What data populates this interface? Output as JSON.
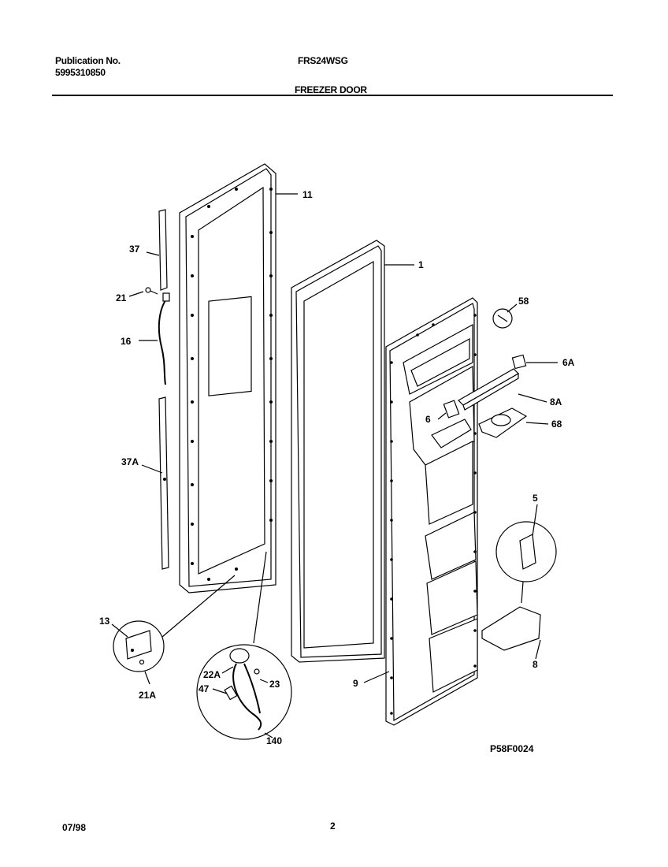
{
  "header": {
    "publication_label": "Publication No.",
    "publication_number": "5995310850",
    "model": "FRS24WSG",
    "section_title": "FREEZER DOOR"
  },
  "footer": {
    "date": "07/98",
    "page_number": "2",
    "figure_code": "P58F0024"
  },
  "callouts": {
    "c11": "11",
    "c37": "37",
    "c21": "21",
    "c16": "16",
    "c37A": "37A",
    "c1": "1",
    "c58": "58",
    "c6A": "6A",
    "c8A": "8A",
    "c6": "6",
    "c68": "68",
    "c5": "5",
    "c8": "8",
    "c9": "9",
    "c13": "13",
    "c21A": "21A",
    "c22A": "22A",
    "c23": "23",
    "c47": "47",
    "c140": "140"
  }
}
